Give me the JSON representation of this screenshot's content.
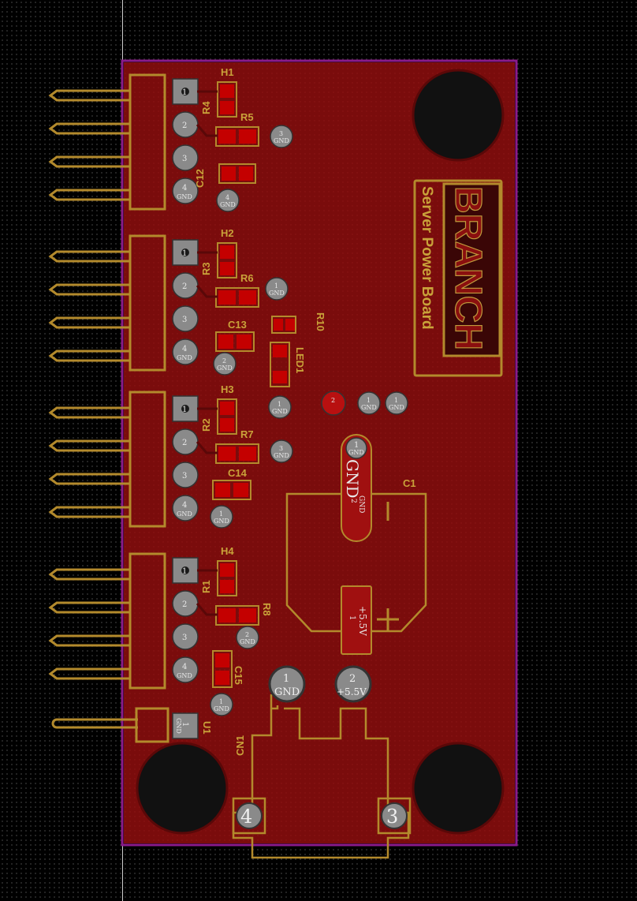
{
  "board": {
    "logo": "BRANCH",
    "subtitle": "Server Power Board",
    "colors": {
      "board_fill": "#7a0c0c",
      "outline": "#8a1a8a",
      "silkscreen": "#b38a2c",
      "pad": "#8a8a8a",
      "hole": "#111111",
      "background": "#000000"
    }
  },
  "connectors": [
    {
      "ref": "H1",
      "pins": [
        "1",
        "2",
        "3",
        "4"
      ],
      "gnd": "GND"
    },
    {
      "ref": "H2",
      "pins": [
        "1",
        "2",
        "3",
        "4"
      ],
      "gnd": "GND"
    },
    {
      "ref": "H3",
      "pins": [
        "1",
        "2",
        "3",
        "4"
      ],
      "gnd": "GND"
    },
    {
      "ref": "H4",
      "pins": [
        "1",
        "2",
        "3",
        "4"
      ],
      "gnd": "GND"
    }
  ],
  "resistors": [
    "R1",
    "R2",
    "R3",
    "R4",
    "R5",
    "R6",
    "R7",
    "R8",
    "R10"
  ],
  "capacitors": [
    "C12",
    "C13",
    "C14",
    "C15"
  ],
  "led": "LED1",
  "u1": {
    "ref": "U1",
    "pin": "1",
    "net": "GND"
  },
  "vias": {
    "h1": {
      "pin": "3",
      "net": "GND"
    },
    "c12": {
      "pin": "4",
      "net": "GND"
    },
    "h2": {
      "pin": "1",
      "net": "GND"
    },
    "c13": {
      "pin": "2",
      "net": "GND"
    },
    "led": {
      "pin": "1",
      "net": "GND"
    },
    "h3": {
      "pin": "3",
      "net": "GND"
    },
    "c14": {
      "pin": "1",
      "net": "GND"
    },
    "r8": {
      "pin": "2",
      "net": "GND"
    },
    "c15": {
      "pin": "1",
      "net": "GND"
    },
    "mid_red": {
      "pin": "2"
    },
    "mid_a": {
      "pin": "1",
      "net": "GND"
    },
    "mid_b": {
      "pin": "1",
      "net": "GND"
    }
  },
  "c1": {
    "ref": "C1",
    "top_pin": "1",
    "top_net": "GND",
    "pad_top_big": "GND",
    "pad_top_small": "GND",
    "pad_top_num": "2",
    "pad_bottom_net": "+5.5V",
    "pad_bottom_num": "1"
  },
  "cn1": {
    "ref": "CN1",
    "pin1": "1",
    "pin1_net": "GND",
    "pin2": "2",
    "pin2_net": "+5.5V",
    "pin3": "3",
    "pin4": "4"
  }
}
